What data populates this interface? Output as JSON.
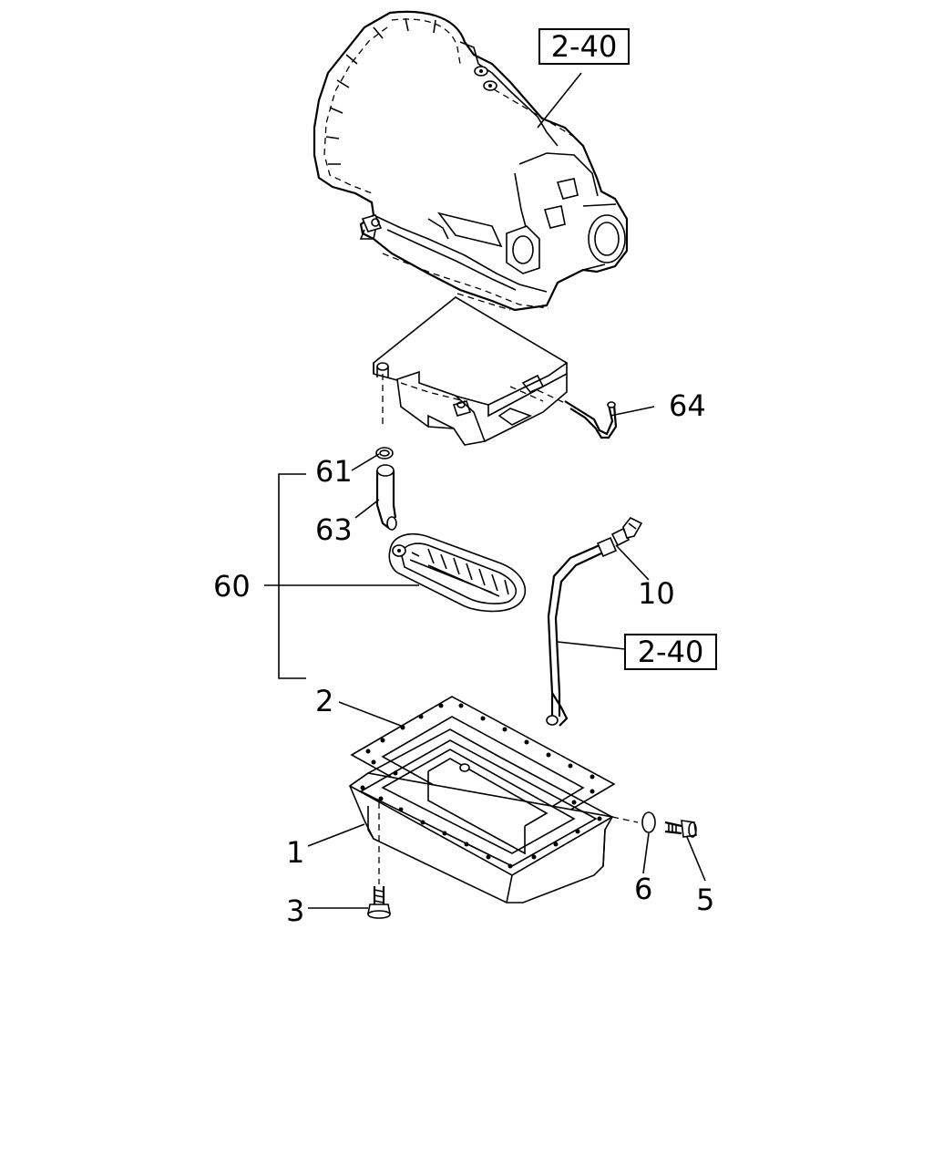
{
  "diagram": {
    "callouts": {
      "c1": "1",
      "c2": "2",
      "c3": "3",
      "c5": "5",
      "c6": "6",
      "c10": "10",
      "c60": "60",
      "c61": "61",
      "c63": "63",
      "c64": "64"
    },
    "references": {
      "top": "2-40",
      "dipstick": "2-40"
    }
  }
}
